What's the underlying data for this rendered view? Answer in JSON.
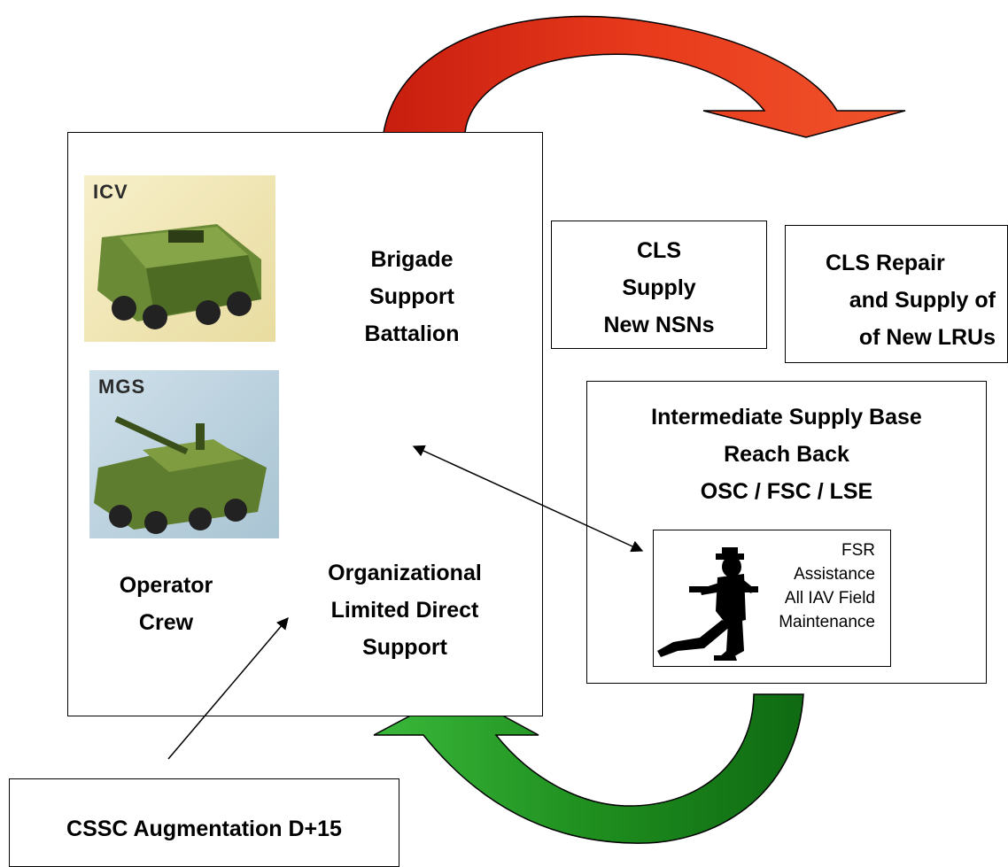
{
  "left_panel": {
    "title_lines": [
      "Brigade",
      "Support",
      "Battalion"
    ],
    "operator_lines": [
      "Operator",
      "Crew"
    ],
    "organizational_lines": [
      "Organizational",
      "Limited Direct",
      "Support"
    ],
    "vehicles": [
      {
        "tag": "ICV",
        "name": "icv-vehicle-image"
      },
      {
        "tag": "MGS",
        "name": "mgs-vehicle-image"
      }
    ]
  },
  "cls_supply": {
    "lines": [
      "CLS",
      "Supply",
      "New  NSNs"
    ]
  },
  "cls_repair": {
    "lines": [
      "CLS Repair",
      "and Supply of",
      "of New LRUs"
    ]
  },
  "isb": {
    "lines": [
      "Intermediate Supply Base",
      "Reach Back",
      "OSC / FSC / LSE"
    ],
    "fsr": {
      "lines": [
        "FSR",
        "Assistance",
        "All IAV Field",
        "Maintenance"
      ]
    }
  },
  "cssc": {
    "label": "CSSC Augmentation D+15"
  },
  "colors": {
    "red_arrow": "#e0361b",
    "green_arrow": "#1f8a1f",
    "vehicle_bg": "#f2e7b6",
    "vehicle_green": "#5b7a2e"
  },
  "icons": {
    "figure": "running-man-silhouette"
  }
}
